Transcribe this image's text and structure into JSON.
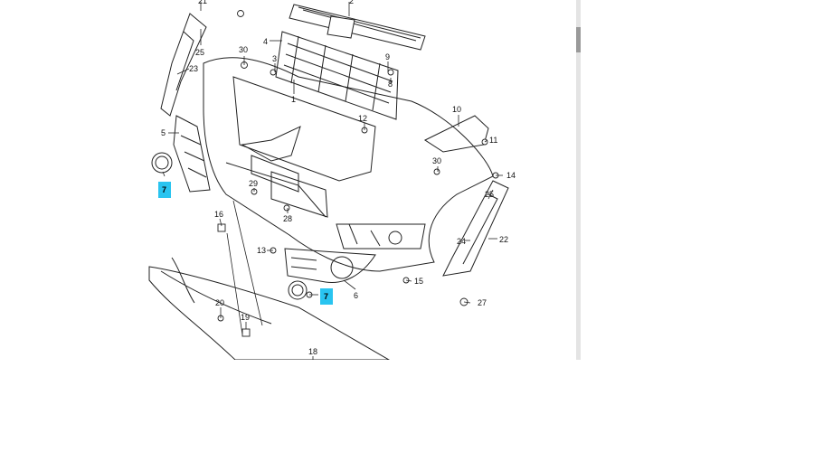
{
  "diagram": {
    "callouts": [
      "21",
      "2",
      "4",
      "25",
      "30",
      "3",
      "23",
      "1",
      "9",
      "8",
      "12",
      "10",
      "11",
      "5",
      "30",
      "14",
      "29",
      "25",
      "16",
      "28",
      "24",
      "22",
      "13",
      "15",
      "20",
      "6",
      "27",
      "19",
      "18"
    ],
    "highlighted": [
      "7",
      "7"
    ],
    "highlight_color": "#29c4f0"
  }
}
